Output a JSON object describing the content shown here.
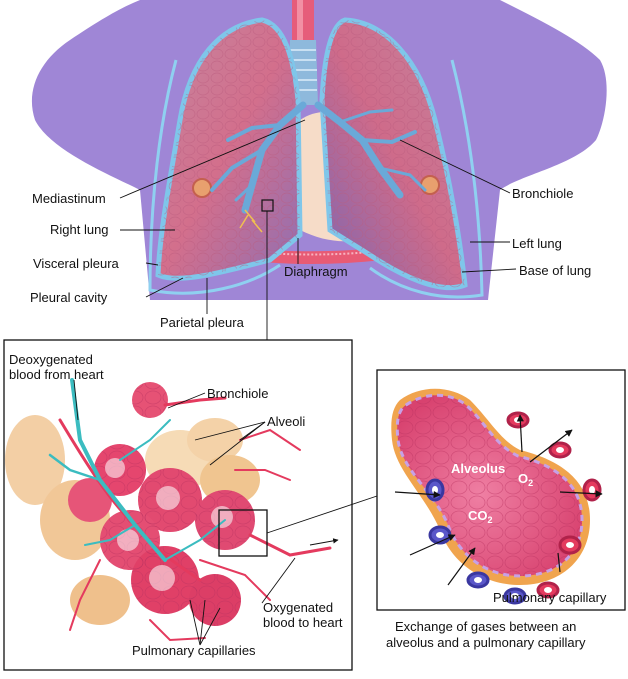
{
  "lungs": {
    "labels": {
      "mediastinum": "Mediastinum",
      "right_lung": "Right lung",
      "visceral_pleura": "Visceral pleura",
      "pleural_cavity": "Pleural cavity",
      "parietal_pleura": "Parietal pleura",
      "diaphragm": "Diaphragm",
      "bronchiole": "Bronchiole",
      "left_lung": "Left lung",
      "base_of_lung": "Base of lung"
    }
  },
  "alveoli_panel": {
    "labels": {
      "deoxygenated": "Deoxygenated\nblood from heart",
      "bronchiole": "Bronchiole",
      "alveoli": "Alveoli",
      "oxygenated": "Oxygenated\nblood to heart",
      "pulmonary_capillaries": "Pulmonary capillaries"
    }
  },
  "gas_exchange_panel": {
    "labels": {
      "alveolus": "Alveolus",
      "o2": "O",
      "o2_sub": "2",
      "co2": "CO",
      "co2_sub": "2",
      "pulmonary_capillary": "Pulmonary capillary"
    },
    "caption_line1": "Exchange of gases between an",
    "caption_line2": "alveolus and a pulmonary capillary"
  },
  "colors": {
    "torso": "#9f86d6",
    "lung": "#d7768e",
    "pleura": "#7fc6ea",
    "bronchi": "#6aa9d8",
    "capillary_red": "#e43a5e",
    "capillary_blue": "#5a57c9",
    "alveolus_pink": "#e25f89",
    "membrane": "#f0a44e"
  }
}
